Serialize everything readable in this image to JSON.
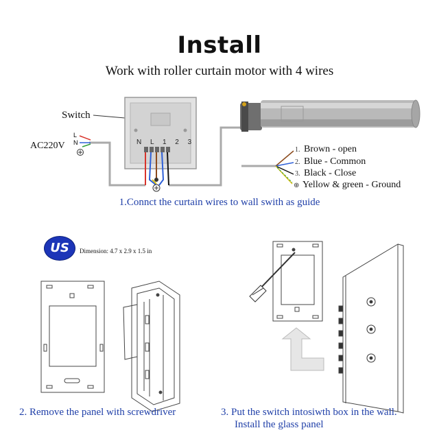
{
  "header": {
    "title": "Install",
    "subtitle": "Work with roller curtain motor with 4 wires"
  },
  "wiring": {
    "switch_label": "Switch",
    "supply_label": "AC220V",
    "supply_L": "L",
    "supply_N": "N",
    "terminals": "N L 1 2 3",
    "wires": [
      {
        "num": "1.",
        "text": "Brown - open"
      },
      {
        "num": "2.",
        "text": "Blue - Common"
      },
      {
        "num": "3.",
        "text": "Black - Close"
      },
      {
        "num": "⊕",
        "text": "Yellow & green - Ground"
      }
    ],
    "step1": "1.Connct the curtain wires to wall swith as guide",
    "colors": {
      "brown": "#8b4a1c",
      "blue": "#2d5fd8",
      "black": "#111111",
      "red": "#d8322a",
      "yellow": "#d8c21a",
      "green": "#2f9e3a",
      "tube": "#b7b7b7"
    }
  },
  "dimensions": {
    "badge": "US",
    "text": "Dimension: 4.7 x 2.9 x 1.5 in"
  },
  "steps": {
    "step2": "2. Remove the panel with screwdriver",
    "step3_line1": "3. Put the switch intosiwth box in the wall.",
    "step3_line2": "Install the glass panel"
  }
}
